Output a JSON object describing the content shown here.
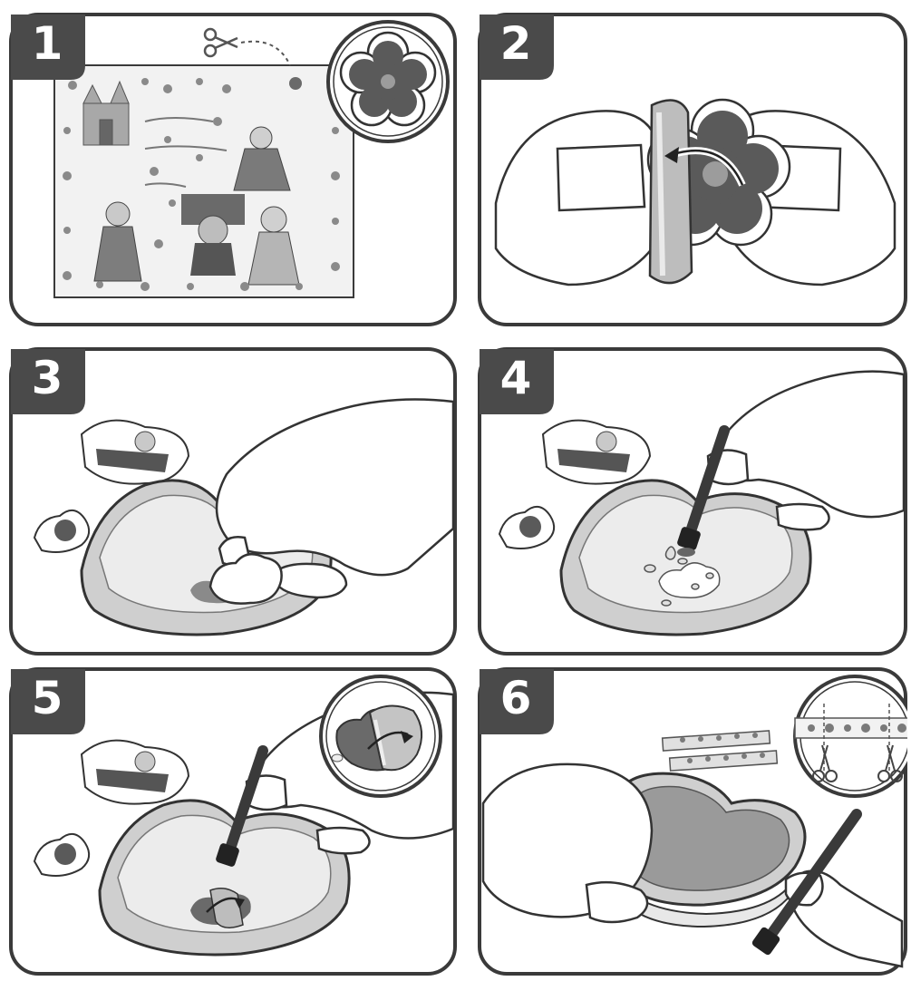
{
  "steps": [
    {
      "number": "1",
      "illustration": "cut-out-sticker-from-sheet",
      "icons": [
        "scissors-icon",
        "flower-magnifier-icon",
        "sticker-sheet"
      ]
    },
    {
      "number": "2",
      "illustration": "peel-off-backing",
      "icons": [
        "flower-sticker",
        "curved-arrow-icon",
        "hands"
      ]
    },
    {
      "number": "3",
      "illustration": "place-sticker-on-heart-box",
      "icons": [
        "heart-box",
        "sponge",
        "hand"
      ]
    },
    {
      "number": "4",
      "illustration": "dab-water-with-brush",
      "icons": [
        "heart-box",
        "brush",
        "water-drops-icon"
      ]
    },
    {
      "number": "5",
      "illustration": "peel-and-smooth-transfer",
      "icons": [
        "heart-box",
        "brush",
        "magnifier-arrow-icon"
      ]
    },
    {
      "number": "6",
      "illustration": "cut-and-apply-border-strips",
      "icons": [
        "open-heart-box",
        "border-strip",
        "scissors-icon"
      ]
    }
  ],
  "colors": {
    "outline": "#3a3a3a",
    "tab": "#4a4a4a",
    "grey_light": "#d4d4d4",
    "grey_mid": "#9a9a9a",
    "grey_dark": "#555555"
  }
}
